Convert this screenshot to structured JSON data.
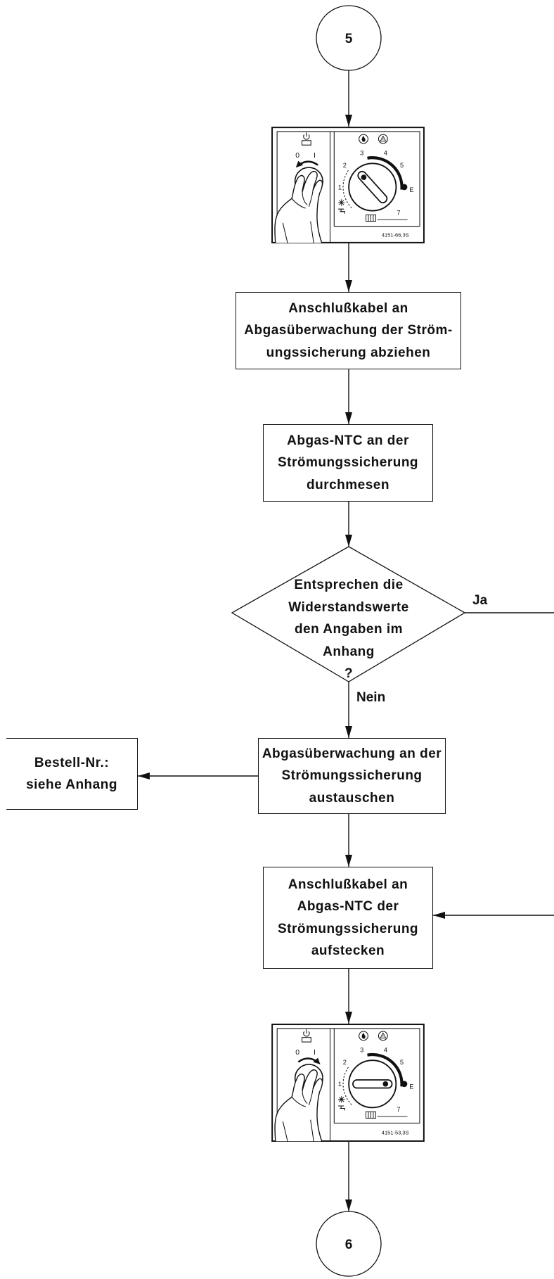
{
  "connectors": {
    "start": "5",
    "end": "6"
  },
  "steps": {
    "disconnect_cable": [
      "Anschlußkabel an",
      "Abgasüberwachung der Ström-",
      "ungssicherung abziehen"
    ],
    "measure_ntc": [
      "Abgas-NTC an der",
      "Strömungssicherung",
      "durchmesen"
    ],
    "replace_monitor": [
      "Abgasüberwachung an der",
      "Strömungssicherung",
      "austauschen"
    ],
    "reconnect_cable": [
      "Anschlußkabel an",
      "Abgas-NTC der",
      "Strömungssicherung",
      "aufstecken"
    ]
  },
  "decision": {
    "question": [
      "Entsprechen die",
      "Widerstandswerte",
      "den Angaben im",
      "Anhang",
      "?"
    ],
    "yes_label": "Ja",
    "no_label": "Nein"
  },
  "note": {
    "order_info": [
      "Bestell-Nr.:",
      "siehe Anhang"
    ]
  },
  "panels": [
    {
      "switch_off": "0",
      "switch_on": "I",
      "dial_labels": [
        "1",
        "2",
        "3",
        "4",
        "5",
        "E",
        "7"
      ],
      "figure_ref": "4151-66,3S",
      "icons": [
        "power-icon",
        "flame-icon",
        "warning-icon",
        "sun-snow-icon",
        "tap-icon",
        "radiator-icon",
        "rotate-left-arrow-icon"
      ]
    },
    {
      "switch_off": "0",
      "switch_on": "I",
      "dial_labels": [
        "1",
        "2",
        "3",
        "4",
        "5",
        "E",
        "7"
      ],
      "figure_ref": "4151-53,3S",
      "icons": [
        "power-icon",
        "flame-icon",
        "warning-icon",
        "sun-snow-icon",
        "tap-icon",
        "radiator-icon",
        "rotate-right-arrow-icon"
      ]
    }
  ],
  "colors": {
    "ink": "#111111",
    "background": "#ffffff"
  }
}
